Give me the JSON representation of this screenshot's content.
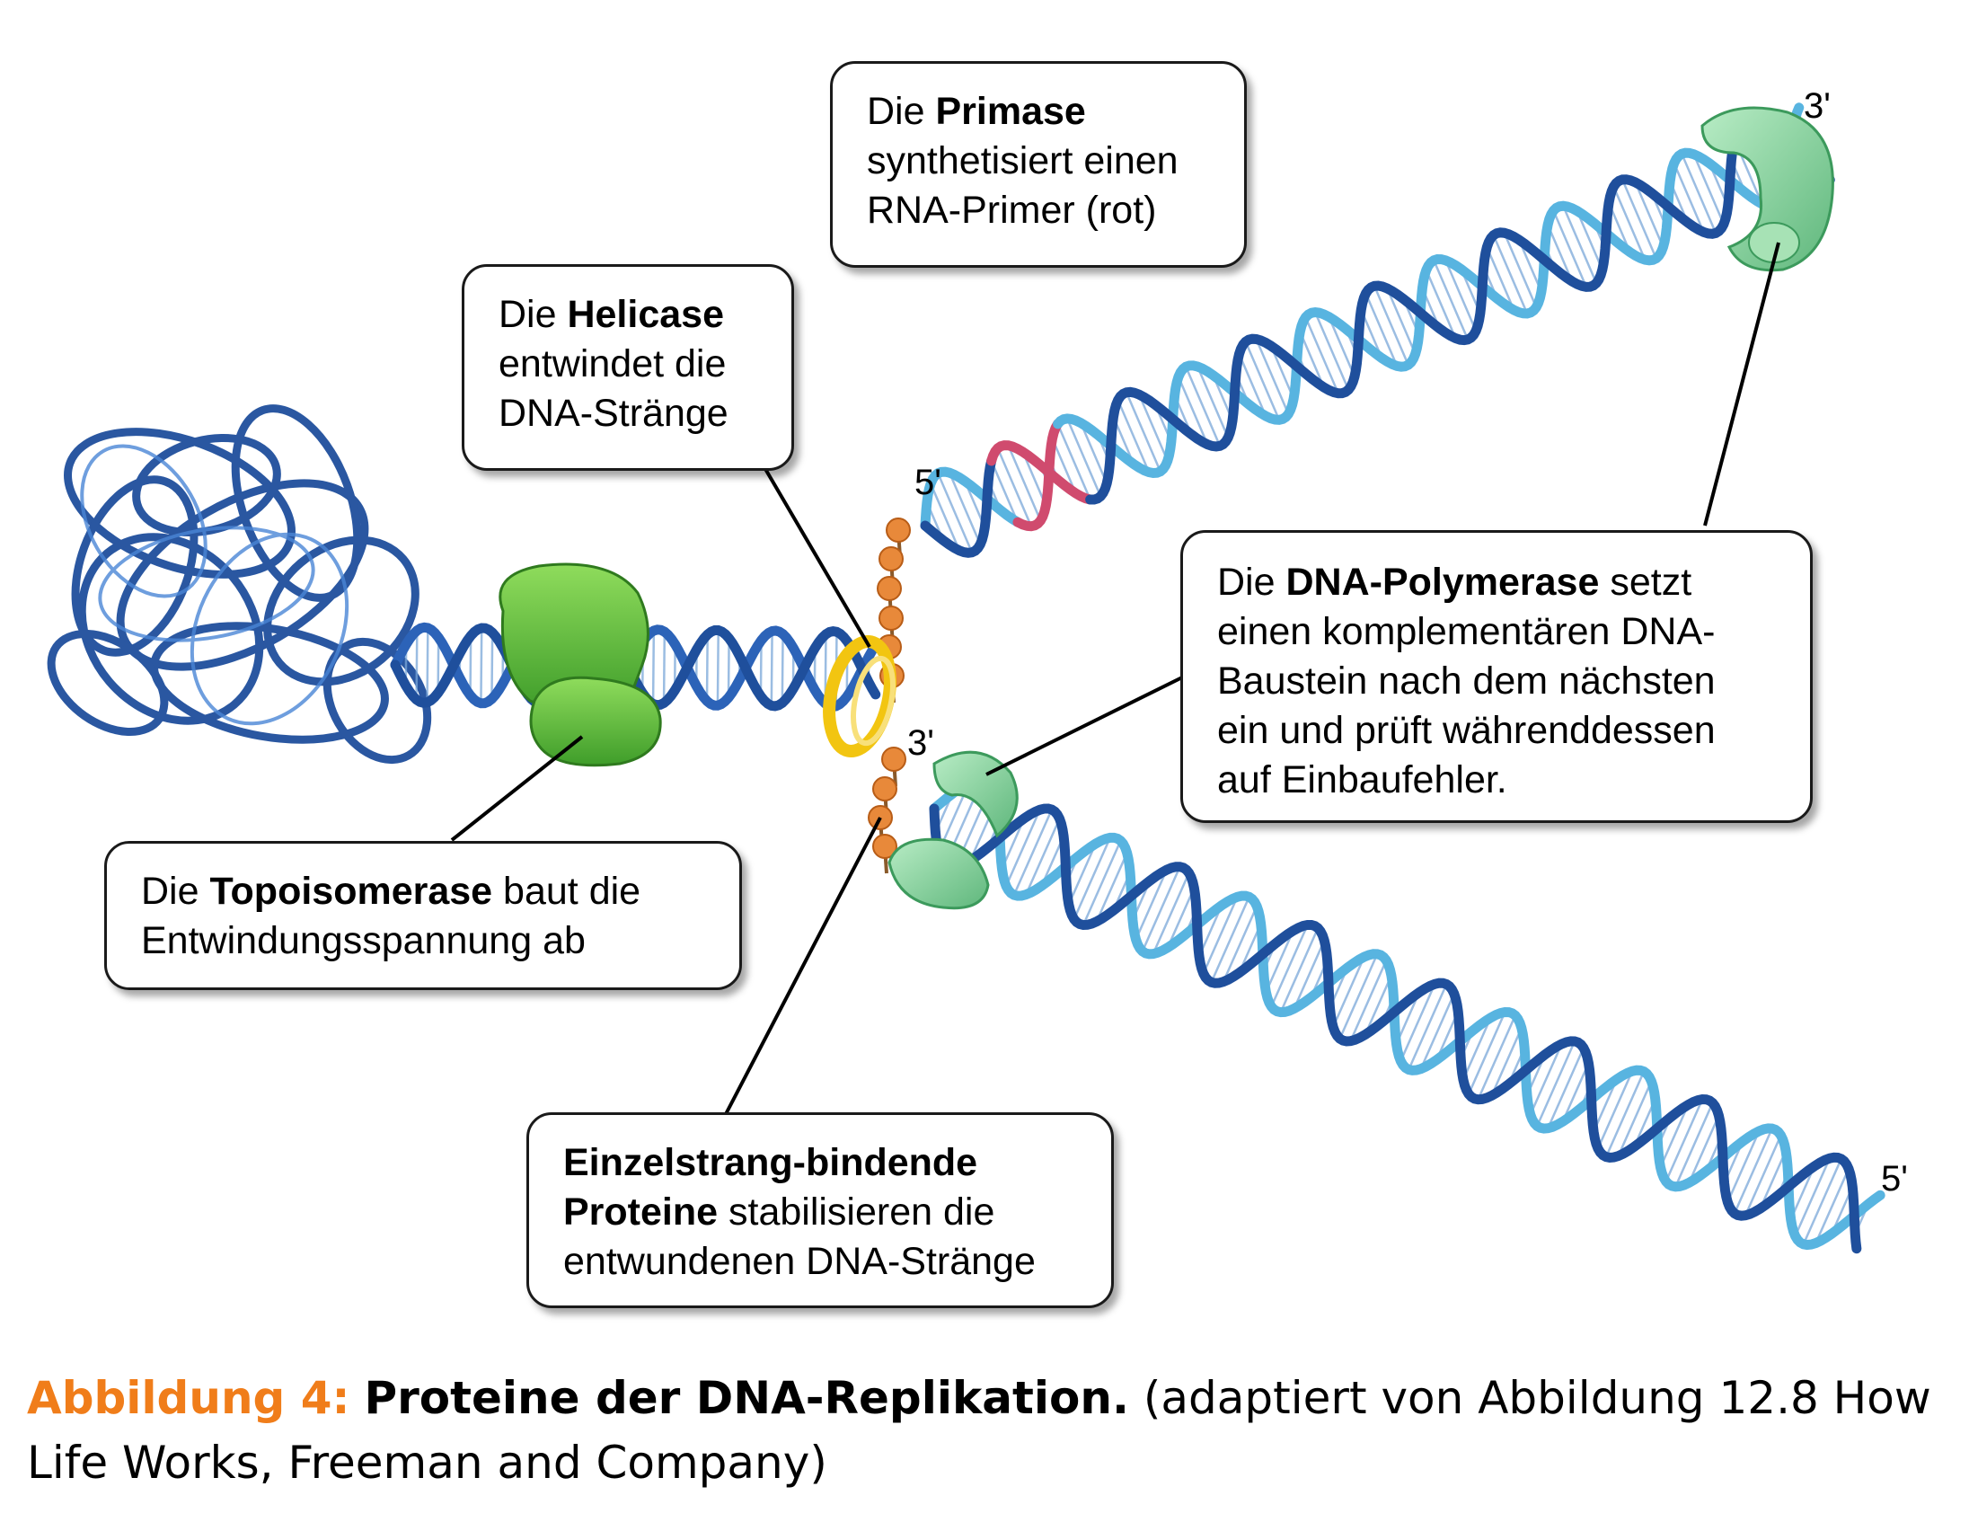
{
  "callouts": {
    "primase": {
      "pre": "Die ",
      "bold": "Primase",
      "line2": "synthetisiert einen",
      "line3": "RNA-Primer (rot)"
    },
    "helicase": {
      "pre": "Die ",
      "bold": "Helicase",
      "line2": "entwindet die",
      "line3": "DNA-Stränge"
    },
    "topoisomerase": {
      "pre": "Die ",
      "bold": "Topoisomerase",
      "post": " baut die",
      "line2": "Entwindungsspannung ab"
    },
    "polymerase": {
      "pre": "Die ",
      "bold": "DNA-Polymerase",
      "post": " setzt",
      "line2": "einen komplementären DNA-",
      "line3": "Baustein nach dem nächsten",
      "line4": "ein und prüft währenddessen",
      "line5": "auf Einbaufehler."
    },
    "ssb": {
      "bold1": "Einzelstrang-bindende",
      "bold2": "Proteine",
      "post2": " stabilisieren die",
      "line3": "entwundenen DNA-Stränge"
    }
  },
  "end_labels": {
    "upper_left": "5'",
    "upper_right": "3'",
    "lower_left": "3'",
    "lower_right": "5'"
  },
  "caption": {
    "figure": "Abbildung 4:",
    "title": "Proteine der DNA-Replikation.",
    "source": "(adaptiert von Abbildung 12.8 How Life Works, Freeman and Company)"
  },
  "colors": {
    "dark_strand": "#1f4f9c",
    "light_strand": "#58b4e0",
    "rna_primer": "#d04b6e",
    "protein_green": "#6cc34a",
    "polymerase_green": "#8fd3a6",
    "helicase_ring": "#f2c511",
    "ssb_beads": "#e8893a",
    "caption_accent": "#f07d1a"
  }
}
